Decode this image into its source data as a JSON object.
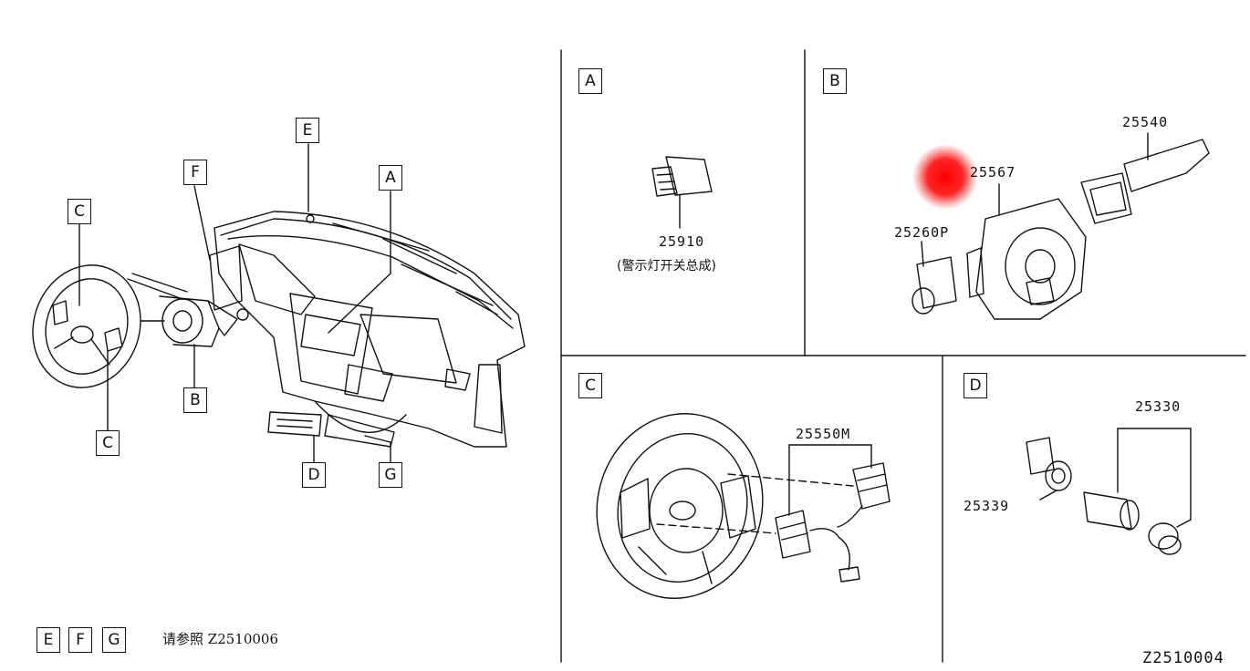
{
  "colors": {
    "line": "#111111",
    "highlight": "#ff1a1a",
    "background": "#ffffff"
  },
  "overview": {
    "callouts": {
      "E": "E",
      "F": "F",
      "A": "A",
      "C_top": "C",
      "B": "B",
      "C_bottom": "C",
      "D": "D",
      "G": "G"
    },
    "legend": {
      "e": "E",
      "f": "F",
      "g": "G"
    },
    "see_ref": "请参照 Z2510006"
  },
  "panel_a": {
    "tag": "A",
    "part_number": "25910",
    "part_desc": "(警示灯开关总成)"
  },
  "panel_b": {
    "tag": "B",
    "parts": {
      "p25540": "25540",
      "p25567": "25567",
      "p25260p": "25260P"
    }
  },
  "panel_c": {
    "tag": "C",
    "part_number": "25550M"
  },
  "panel_d": {
    "tag": "D",
    "parts": {
      "p25330": "25330",
      "p25339": "25339"
    }
  },
  "diagram_code": "Z2510004"
}
